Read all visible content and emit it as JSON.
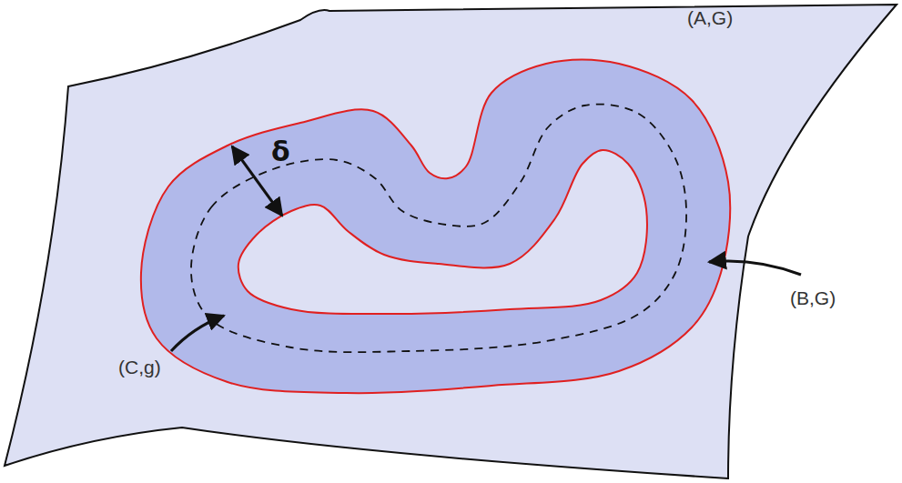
{
  "diagram": {
    "labels": [
      "(A,G)",
      "(B,G)",
      "(C,g)",
      "δ"
    ]
  }
}
